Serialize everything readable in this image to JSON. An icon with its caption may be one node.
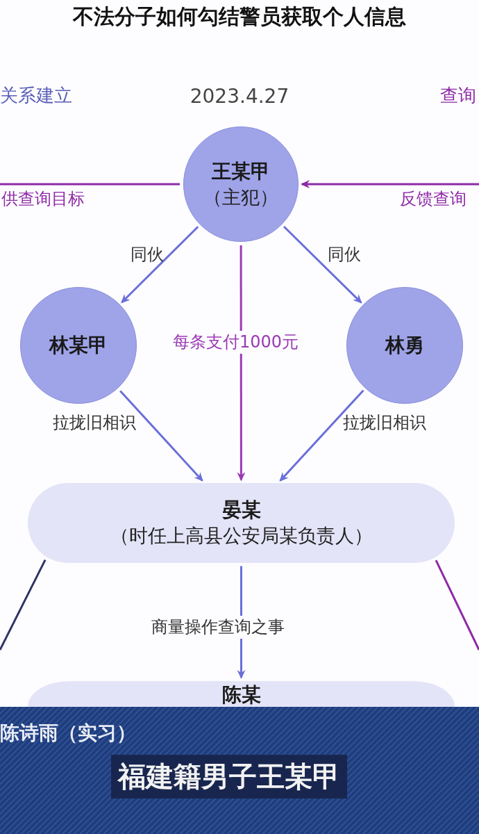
{
  "diagram": {
    "title": "不法分子如何勾结警员获取个人信息",
    "nodes": [
      {
        "text": [
          "王某甲",
          "（主犯）"
        ]
      },
      {
        "text": [
          "林某甲"
        ]
      },
      {
        "text": [
          "林勇"
        ]
      },
      {
        "text": [
          "晏某",
          "（时任上高县公安局某负责人）"
        ]
      },
      {
        "text": [
          "陈某"
        ]
      }
    ],
    "edges": [
      {
        "from": null,
        "to": 0,
        "arrow": "to",
        "label": "反馈查询",
        "color": "#8e2aa6"
      },
      {
        "from": 0,
        "to": null,
        "arrow": "none",
        "label": "供查询目标",
        "color": "#8e2aa6"
      },
      {
        "from": 0,
        "to": 1,
        "arrow": "to",
        "label": "同伙"
      },
      {
        "from": 0,
        "to": 2,
        "arrow": "to",
        "label": "同伙"
      },
      {
        "from": 0,
        "to": 3,
        "arrow": "to",
        "label": "每条支付1000元",
        "color": "#9b3bb5"
      },
      {
        "from": 1,
        "to": 3,
        "arrow": "to",
        "label": "拉拢旧相识"
      },
      {
        "from": 2,
        "to": 3,
        "arrow": "to",
        "label": "拉拢旧相识"
      },
      {
        "from": 3,
        "to": 4,
        "arrow": "to",
        "label": "商量操作查询之事"
      },
      {
        "from": 3,
        "to": null,
        "arrow": "none",
        "color": "#2d3566"
      },
      {
        "from": 3,
        "to": null,
        "arrow": "none",
        "color": "#8e2aa6"
      }
    ],
    "labels": [
      "关系建立",
      "2023.4.27",
      "查询",
      "陈诗雨（实习）",
      "福建籍男子王某甲"
    ]
  }
}
